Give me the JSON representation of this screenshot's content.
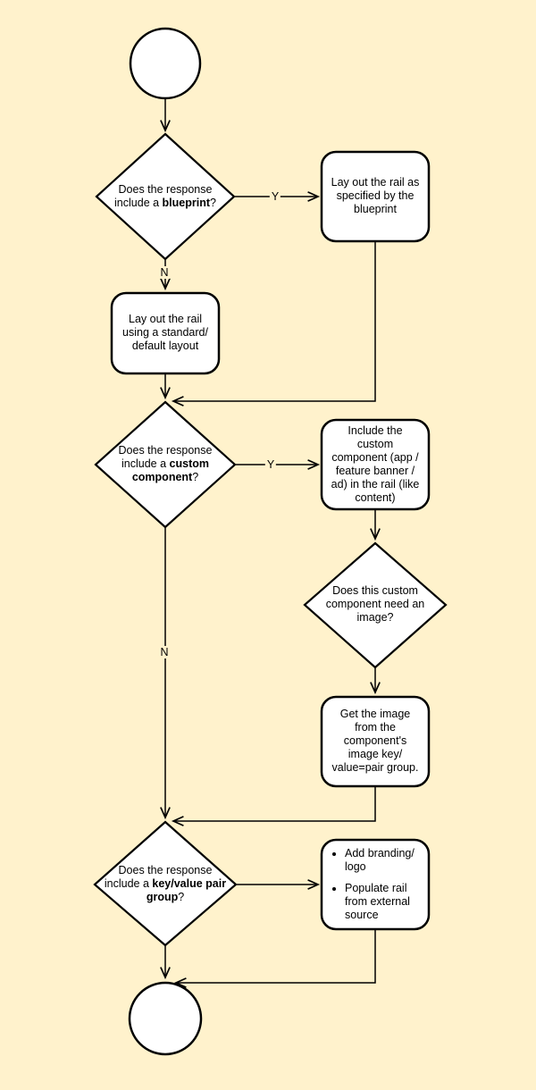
{
  "canvas": {
    "background": "#FFF2CC",
    "node_fill": "#FFFFFF",
    "stroke": "#000000"
  },
  "nodes": {
    "start": {
      "type": "start-circle"
    },
    "decision_blueprint": {
      "lines": [
        [
          [
            "Does the response",
            0
          ]
        ],
        [
          [
            "include a ",
            0
          ],
          [
            "blueprint",
            1
          ],
          [
            "?",
            0
          ]
        ]
      ]
    },
    "process_blueprint_layout": {
      "lines": [
        [
          [
            "Lay out the rail as",
            0
          ]
        ],
        [
          [
            "specified by the",
            0
          ]
        ],
        [
          [
            "blueprint",
            0
          ]
        ]
      ]
    },
    "process_default_layout": {
      "lines": [
        [
          [
            "Lay out the rail",
            0
          ]
        ],
        [
          [
            "using a standard/",
            0
          ]
        ],
        [
          [
            "default layout",
            0
          ]
        ]
      ]
    },
    "decision_custom_component": {
      "lines": [
        [
          [
            "Does the response",
            0
          ]
        ],
        [
          [
            "include a ",
            0
          ],
          [
            "custom",
            1
          ]
        ],
        [
          [
            "component",
            1
          ],
          [
            "?",
            0
          ]
        ]
      ]
    },
    "process_include_component": {
      "lines": [
        [
          [
            "Include the",
            0
          ]
        ],
        [
          [
            "custom",
            0
          ]
        ],
        [
          [
            "component (app /",
            0
          ]
        ],
        [
          [
            "feature banner /",
            0
          ]
        ],
        [
          [
            "ad) in the rail (like",
            0
          ]
        ],
        [
          [
            "content)",
            0
          ]
        ]
      ]
    },
    "decision_needs_image": {
      "lines": [
        [
          [
            "Does this custom",
            0
          ]
        ],
        [
          [
            "component need an",
            0
          ]
        ],
        [
          [
            "image?",
            0
          ]
        ]
      ]
    },
    "process_get_image": {
      "lines": [
        [
          [
            "Get the image",
            0
          ]
        ],
        [
          [
            "from the",
            0
          ]
        ],
        [
          [
            "component's",
            0
          ]
        ],
        [
          [
            "image key/",
            0
          ]
        ],
        [
          [
            "value=pair group.",
            0
          ]
        ]
      ]
    },
    "decision_kv_group": {
      "lines": [
        [
          [
            "Does the response",
            0
          ]
        ],
        [
          [
            "include a ",
            0
          ],
          [
            "key/value pair",
            1
          ]
        ],
        [
          [
            "group",
            1
          ],
          [
            "?",
            0
          ]
        ]
      ]
    },
    "process_branding": {
      "bullets": [
        [
          "Add branding/",
          "logo"
        ],
        [
          "Populate rail",
          "from external",
          "source"
        ]
      ]
    },
    "end": {
      "type": "end-circle"
    }
  },
  "edge_labels": {
    "blueprint_yes": "Y",
    "blueprint_no": "N",
    "custom_yes": "Y",
    "custom_no": "N"
  }
}
